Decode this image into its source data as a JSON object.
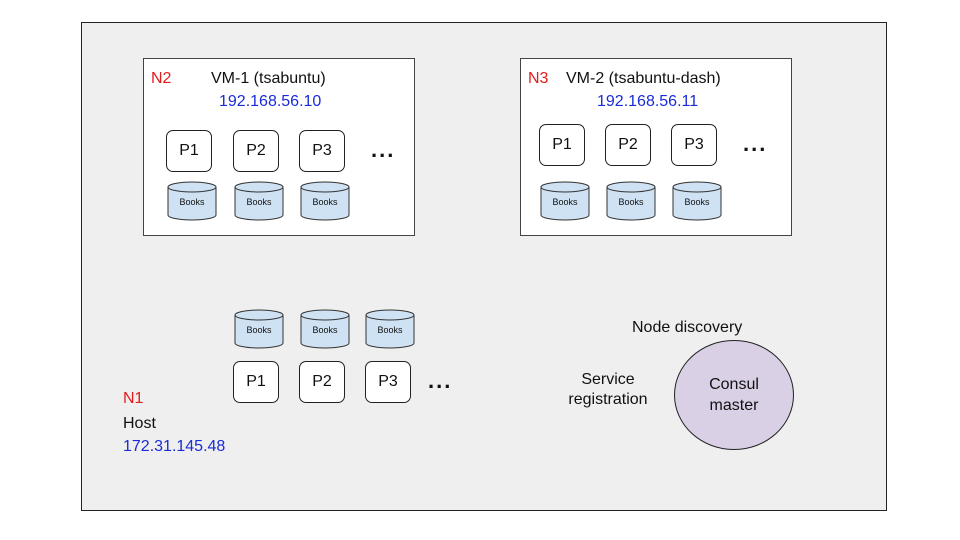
{
  "vm1": {
    "node_id": "N2",
    "title": "VM-1 (tsabuntu)",
    "ip": "192.168.56.10",
    "processes": [
      "P1",
      "P2",
      "P3"
    ],
    "ellipsis": "...",
    "db_label": "Books"
  },
  "vm2": {
    "node_id": "N3",
    "title": "VM-2 (tsabuntu-dash)",
    "ip": "192.168.56.11",
    "processes": [
      "P1",
      "P2",
      "P3"
    ],
    "ellipsis": "...",
    "db_label": "Books"
  },
  "host": {
    "node_id": "N1",
    "title": "Host",
    "ip": "172.31.145.48",
    "processes": [
      "P1",
      "P2",
      "P3"
    ],
    "ellipsis": "...",
    "db_label": "Books"
  },
  "consul": {
    "line1": "Consul",
    "line2": "master",
    "node_discovery": "Node discovery",
    "service_registration_line1": "Service",
    "service_registration_line2": "registration"
  },
  "colors": {
    "node_id": "#e21b1b",
    "ip": "#1a2bd8",
    "database_fill": "#cfe2f3",
    "consul_fill": "#d9d0e6",
    "background": "#efefef"
  }
}
